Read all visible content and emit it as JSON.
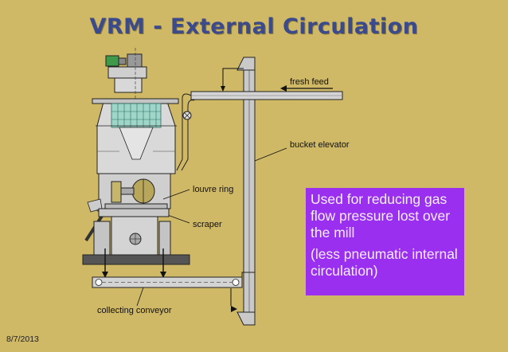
{
  "title": "VRM - External Circulation",
  "labels": {
    "fresh_feed": "fresh feed",
    "bucket_elevator": "bucket elevator",
    "louvre_ring": "louvre ring",
    "scraper": "scraper",
    "collecting_conveyor": "collecting conveyor"
  },
  "infobox": {
    "line1": "Used for reducing gas flow pressure lost over the mill",
    "line2": "(less pneumatic internal circulation)"
  },
  "date": "8/7/2013",
  "colors": {
    "background": "#cfb866",
    "title": "#3b4a8c",
    "infobox": "#9b2ff0"
  }
}
